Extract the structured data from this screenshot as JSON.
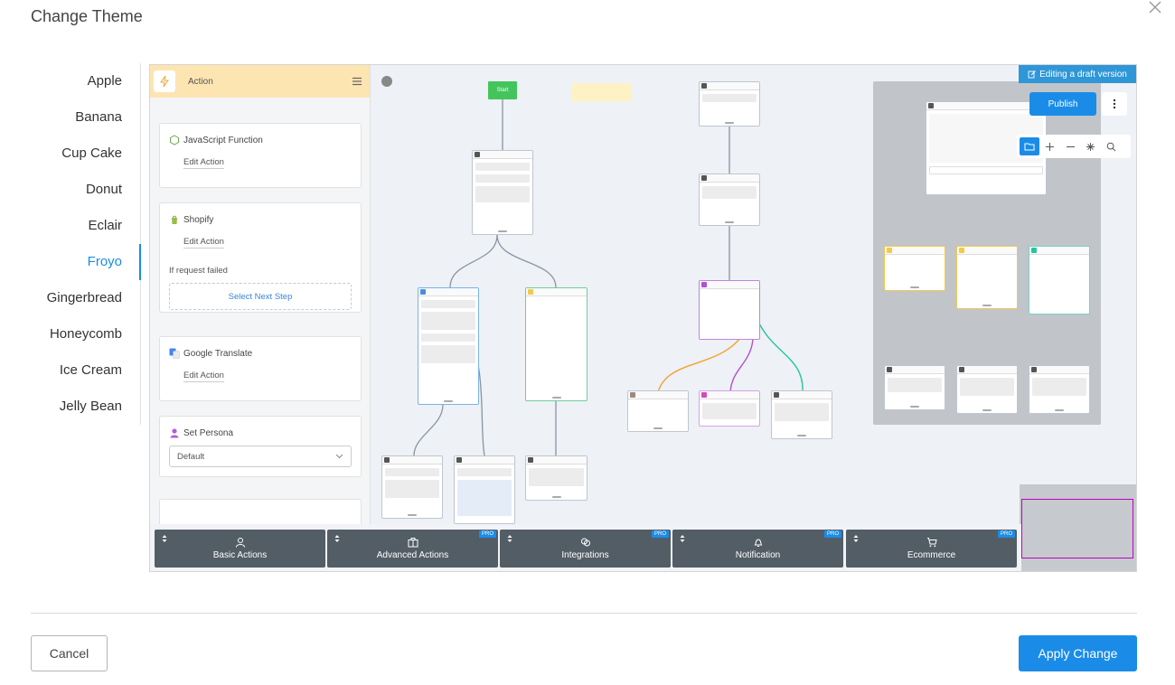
{
  "modal": {
    "title": "Change Theme",
    "cancel_label": "Cancel",
    "apply_label": "Apply Change"
  },
  "themes": [
    "Apple",
    "Banana",
    "Cup Cake",
    "Donut",
    "Eclair",
    "Froyo",
    "Gingerbread",
    "Honeycomb",
    "Ice Cream",
    "Jelly Bean"
  ],
  "active_theme": "Froyo",
  "side_panel": {
    "title": "Action",
    "cards": {
      "javascript": {
        "title": "JavaScript Function",
        "edit_label": "Edit Action"
      },
      "shopify": {
        "title": "Shopify",
        "edit_label": "Edit Action",
        "fail_label": "If request failed",
        "next_step_label": "Select Next Step"
      },
      "translate": {
        "title": "Google Translate",
        "edit_label": "Edit Action"
      },
      "persona": {
        "title": "Set Persona",
        "select_value": "Default"
      }
    }
  },
  "canvas": {
    "start_label": "Start",
    "editing_badge": "Editing a draft version",
    "publish_label": "Publish"
  },
  "toolbar": {
    "buttons": [
      {
        "label": "Basic Actions",
        "icon": "user-icon",
        "pro": ""
      },
      {
        "label": "Advanced Actions",
        "icon": "briefcase-icon",
        "pro": "PRO"
      },
      {
        "label": "Integrations",
        "icon": "link-icon",
        "pro": "PRO"
      },
      {
        "label": "Notification",
        "icon": "bell-icon",
        "pro": "PRO"
      },
      {
        "label": "Ecommerce",
        "icon": "cart-icon",
        "pro": "PRO"
      }
    ]
  },
  "colors": {
    "accent": "#1a8ce8",
    "start_node": "#43c55c",
    "toolbar_button": "#535d66",
    "action_header": "#fde5b2"
  }
}
